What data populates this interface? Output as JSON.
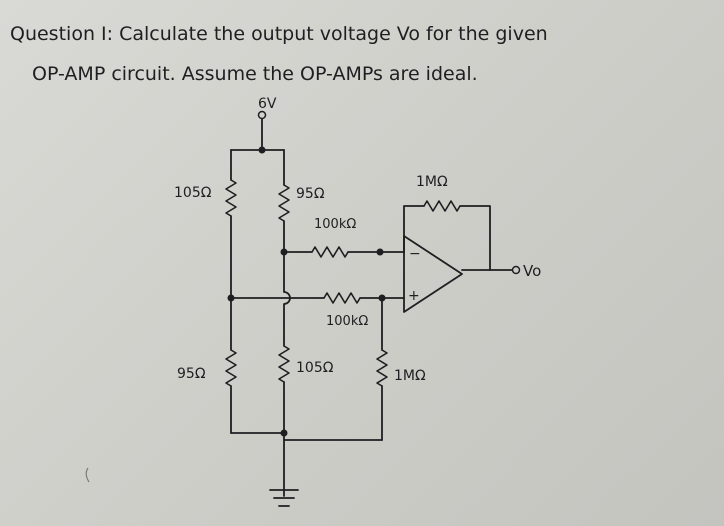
{
  "question": {
    "line1": "Question I: Calculate the output voltage Vo for the given",
    "line2": "OP-AMP circuit. Assume the OP-AMPs are ideal."
  },
  "circuit": {
    "supply": "6V",
    "r_top_left": "105Ω",
    "r_top_right": "95Ω",
    "r_bottom_left": "95Ω",
    "r_bottom_right": "105Ω",
    "r_inverting_input": "100kΩ",
    "r_noninverting_input": "100kΩ",
    "r_feedback": "1MΩ",
    "r_ground_plus": "1MΩ",
    "minus_sign": "−",
    "plus_sign": "+",
    "output_label": "Vo"
  }
}
